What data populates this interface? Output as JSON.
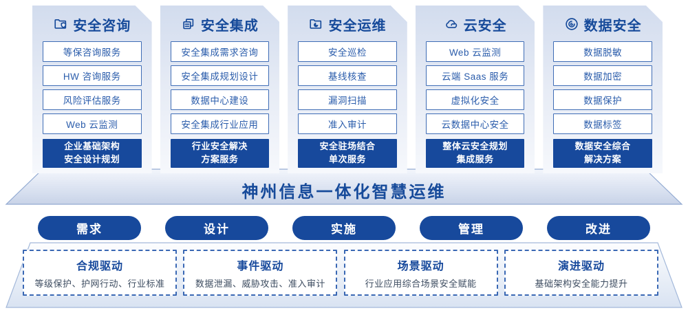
{
  "banner": {
    "title": "神州信息一体化智慧运维"
  },
  "columns": [
    {
      "icon": "folder-shield-icon",
      "title": "安全咨询",
      "items": [
        "等保咨询服务",
        "HW 咨询服务",
        "风险评估服务",
        "Web 云监测"
      ],
      "highlight_lines": [
        "企业基础架构",
        "安全设计规划"
      ]
    },
    {
      "icon": "copy-docs-icon",
      "title": "安全集成",
      "items": [
        "安全集成需求咨询",
        "安全集成规划设计",
        "数据中心建设",
        "安全集成行业应用"
      ],
      "highlight_lines": [
        "行业安全解决",
        "方案服务"
      ]
    },
    {
      "icon": "folder-pie-icon",
      "title": "安全运维",
      "items": [
        "安全巡检",
        "基线核查",
        "漏洞扫描",
        "准入审计"
      ],
      "highlight_lines": [
        "安全驻场结合",
        "单次服务"
      ]
    },
    {
      "icon": "cloud-icon",
      "title": "云安全",
      "items": [
        "Web 云监测",
        "云端 Saas 服务",
        "虚拟化安全",
        "云数据中心安全"
      ],
      "highlight_lines": [
        "整体云安全规划",
        "集成服务"
      ]
    },
    {
      "icon": "fingerprint-icon",
      "title": "数据安全",
      "items": [
        "数据脱敏",
        "数据加密",
        "数据保护",
        "数据标签"
      ],
      "highlight_lines": [
        "数据安全综合",
        "解决方案"
      ]
    }
  ],
  "process_pills": [
    "需求",
    "设计",
    "实施",
    "管理",
    "改进"
  ],
  "drivers": [
    {
      "title": "合规驱动",
      "desc": "等级保护、护网行动、行业标准"
    },
    {
      "title": "事件驱动",
      "desc": "数据泄漏、威胁攻击、准入审计"
    },
    {
      "title": "场景驱动",
      "desc": "行业应用综合场景安全赋能"
    },
    {
      "title": "演进驱动",
      "desc": "基础架构安全能力提升"
    }
  ],
  "colors": {
    "primary_blue": "#17499c",
    "title_blue": "#164a9a",
    "item_text_blue": "#2a5cab",
    "item_border_blue": "#3e6cb5",
    "dashed_border_blue": "#3a68b4",
    "desc_gray": "#3d4c60",
    "panel_gradient_top": "#d2dcee",
    "trapezoid_edge": "#93abd2"
  }
}
